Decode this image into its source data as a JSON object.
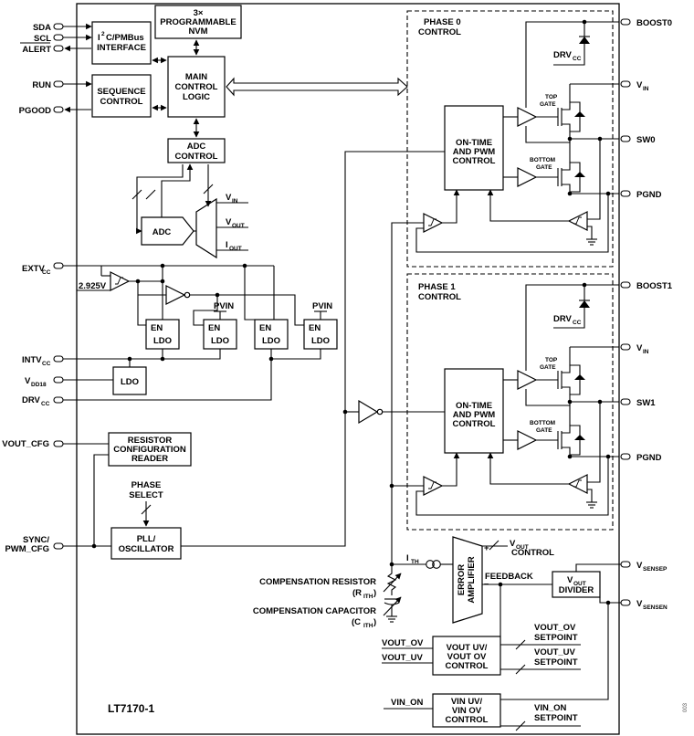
{
  "part_number": "LT7170-1",
  "figure_code": "003",
  "pins_left": {
    "sda": "SDA",
    "scl": "SCL",
    "alert": "ALERT",
    "run": "RUN",
    "pgood": "PGOOD",
    "extvcc": "EXTV",
    "extvcc_sub": "CC",
    "intvcc": "INTV",
    "intvcc_sub": "CC",
    "vdd18": "V",
    "vdd18_sub": "DD18",
    "drvcc": "DRV",
    "drvcc_sub": "CC",
    "vout_cfg": "VOUT_CFG",
    "sync_line1": "SYNC/",
    "sync_line2": "PWM_CFG"
  },
  "pins_right": {
    "boost0": "BOOST0",
    "vin0": "V",
    "vin0_sub": "IN",
    "sw0": "SW0",
    "pgnd0": "PGND",
    "boost1": "BOOST1",
    "vin1": "V",
    "vin1_sub": "IN",
    "sw1": "SW1",
    "pgnd1": "PGND",
    "vsensep": "V",
    "vsensep_sub": "SENSEP",
    "vsensen": "V",
    "vsensen_sub": "SENSEN"
  },
  "blocks": {
    "i2c_line1_pre": "I",
    "i2c_line1_sup": "2",
    "i2c_line1_post": "C/PMBus",
    "i2c_line2": "INTERFACE",
    "nvm_line1": "3×",
    "nvm_line2": "PROGRAMMABLE",
    "nvm_line3": "NVM",
    "mcl_line1": "MAIN",
    "mcl_line2": "CONTROL",
    "mcl_line3": "LOGIC",
    "seq_line1": "SEQUENCE",
    "seq_line2": "CONTROL",
    "adcc_line1": "ADC",
    "adcc_line2": "CONTROL",
    "adc": "ADC",
    "mux_vin": "V",
    "mux_vin_sub": "IN",
    "mux_vout": "V",
    "mux_vout_sub": "OUT",
    "mux_iout": "I",
    "mux_iout_sub": "OUT",
    "threshold": "2.925V",
    "en": "EN",
    "ldo": "LDO",
    "pvin": "PVIN",
    "rcr_line1": "RESISTOR",
    "rcr_line2": "CONFIGURATION",
    "rcr_line3": "READER",
    "phase_select_line1": "PHASE",
    "phase_select_line2": "SELECT",
    "pll_line1": "PLL/",
    "pll_line2": "OSCILLATOR",
    "phase0_line1": "PHASE 0",
    "phase0_line2": "CONTROL",
    "phase1_line1": "PHASE 1",
    "phase1_line2": "CONTROL",
    "pwm_line1": "ON-TIME",
    "pwm_line2": "AND PWM",
    "pwm_line3": "CONTROL",
    "drvcc_label": "DRV",
    "drvcc_label_sub": "CC",
    "top_gate_line1": "TOP",
    "top_gate_line2": "GATE",
    "bottom_gate_line1": "BOTTOM",
    "bottom_gate_line2": "GATE",
    "ea_line1": "ERROR",
    "ea_line2": "AMPLIFIER",
    "ea_plus": "+",
    "ea_minus": "–",
    "ith": "I",
    "ith_sub": "TH",
    "vout_control": "V",
    "vout_control_sub": "OUT",
    "vout_control_post": "CONTROL",
    "feedback": "FEEDBACK",
    "vdiv_line1": "V",
    "vdiv_line1_sub": "OUT",
    "vdiv_line2": "DIVIDER",
    "comp_res": "COMPENSATION RESISTOR",
    "comp_res_sym": "(R",
    "comp_res_sym_sub": "ITH",
    "comp_res_sym_end": ")",
    "comp_cap": "COMPENSATION CAPACITOR",
    "comp_cap_sym": "(C",
    "comp_cap_sym_sub": "ITH",
    "comp_cap_sym_end": ")",
    "vout_ov": "VOUT_OV",
    "vout_uv": "VOUT_UV",
    "vuvov_line1": "VOUT UV/",
    "vuvov_line2": "VOUT OV",
    "vuvov_line3": "CONTROL",
    "sp_ov_line1": "VOUT_OV",
    "sp_ov_line2": "SETPOINT",
    "sp_uv_line1": "VOUT_UV",
    "sp_uv_line2": "SETPOINT",
    "vin_on": "VIN_ON",
    "vinuv_line1": "VIN UV/",
    "vinuv_line2": "VIN OV",
    "vinuv_line3": "CONTROL",
    "sp_vinon_line1": "VIN_ON",
    "sp_vinon_line2": "SETPOINT"
  }
}
